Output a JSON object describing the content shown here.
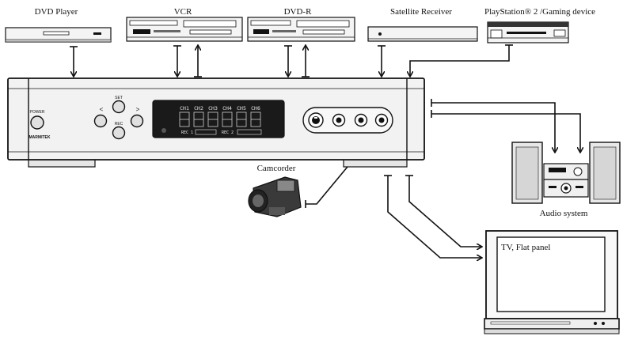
{
  "devices": {
    "dvd_player": "DVD Player",
    "vcr": "VCR",
    "dvd_r": "DVD-R",
    "satellite": "Satellite Receiver",
    "playstation": "PlayStation® 2 /Gaming device",
    "camcorder": "Camcorder",
    "audio": "Audio system",
    "tv": "TV, Flat panel"
  },
  "front_panel": {
    "power_label": "POWER",
    "brand": "MARMITEK",
    "set_label": "SET",
    "rec_label": "REC",
    "left_arrow": "<",
    "right_arrow": ">",
    "channels": [
      "CH1",
      "CH2",
      "CH3",
      "CH4",
      "CH5",
      "CH6"
    ],
    "lcd_bottom_left": "REC 1",
    "lcd_bottom_mid": "REC 2"
  },
  "colors": {
    "line": "#111111",
    "lcd_bg": "#1a1a1a",
    "device_fill": "#f4f4f4"
  }
}
